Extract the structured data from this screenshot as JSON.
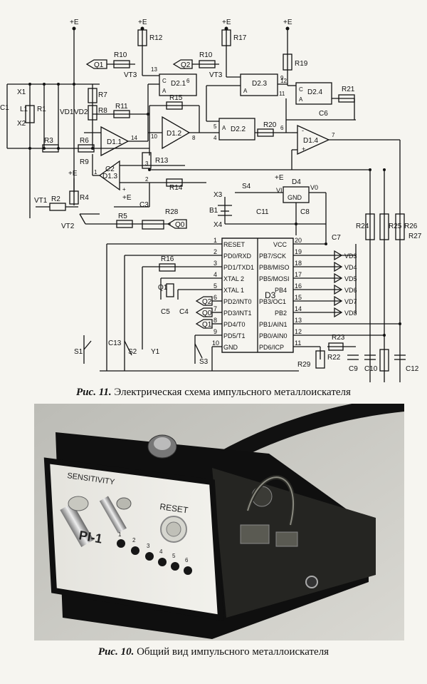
{
  "figure11": {
    "caption_prefix": "Рис. 11.",
    "caption_text": " Электрическая схема импульсного металлоискателя"
  },
  "figure10": {
    "caption_prefix": "Рис. 10.",
    "caption_text": " Общий вид импульсного металлоискателя",
    "panel_labels": {
      "sensitivity": "SENSITIVITY",
      "reset": "RESET",
      "model": "PI-1",
      "led_numbers": [
        "1",
        "2",
        "3",
        "4",
        "5",
        "6"
      ]
    }
  },
  "schematic": {
    "supply": "+E",
    "mcu": "D3",
    "mcu_left_pins": [
      {
        "n": "1",
        "name": "RESET"
      },
      {
        "n": "2",
        "name": "PD0/RXD"
      },
      {
        "n": "3",
        "name": "PD1/TXD1"
      },
      {
        "n": "4",
        "name": "XTAL 2"
      },
      {
        "n": "5",
        "name": "XTAL 1"
      },
      {
        "n": "6",
        "name": "PD2/INT0"
      },
      {
        "n": "7",
        "name": "PD3/INT1"
      },
      {
        "n": "8",
        "name": "PD4/T0"
      },
      {
        "n": "9",
        "name": "PD5/T1"
      },
      {
        "n": "10",
        "name": "GND"
      }
    ],
    "mcu_right_pins": [
      {
        "n": "20",
        "name": "VCC"
      },
      {
        "n": "19",
        "name": "PB7/SCK"
      },
      {
        "n": "18",
        "name": "PB8/MISO"
      },
      {
        "n": "17",
        "name": "PB5/MOSI"
      },
      {
        "n": "16",
        "name": "PB4"
      },
      {
        "n": "15",
        "name": "PB3/OC1"
      },
      {
        "n": "14",
        "name": "PB2"
      },
      {
        "n": "13",
        "name": "PB1/AIN1"
      },
      {
        "n": "12",
        "name": "PB0/AIN0"
      },
      {
        "n": "11",
        "name": "PD6/ICP"
      }
    ],
    "leds": [
      "VD3",
      "VD4",
      "VD5",
      "VD6",
      "VD7",
      "VD8"
    ],
    "signals": [
      "Q1",
      "Q2",
      "Q0",
      "Q2",
      "Q0",
      "Q1"
    ],
    "labels": {
      "x1": "X1",
      "x2": "X2",
      "l1": "L1",
      "r1": "R1",
      "vd1": "VD1",
      "vd2": "VD2",
      "r3": "R3",
      "r6": "R6",
      "r7": "R7",
      "r8": "R8",
      "r9": "R9",
      "r10a": "R10",
      "r10b": "R10",
      "r11": "R11",
      "r12": "R12",
      "r13": "R13",
      "r14": "R14",
      "r15": "R15",
      "r16": "R16",
      "r17": "R17",
      "r19": "R19",
      "r20": "R20",
      "r21": "R21",
      "r22": "R22",
      "r23": "R23",
      "r24": "R24",
      "r25": "R25",
      "r26": "R26",
      "r27": "R27",
      "r28": "R28",
      "r29": "R29",
      "r2": "R2",
      "r4": "R4",
      "r5": "R5",
      "vt1": "VT1",
      "vt2": "VT2",
      "vt3a": "VT3",
      "vt3b": "VT3",
      "d11": "D1.1",
      "d12": "D1.2",
      "d13": "D1.3",
      "d14": "D1.4",
      "d21": "D2.1",
      "d22": "D2.2",
      "d23": "D2.3",
      "d24": "D2.4",
      "d4": "D4",
      "c2": "C2",
      "c3": "C3",
      "c4": "C4",
      "c5": "C5",
      "c6": "C6",
      "c7": "C7",
      "c8": "C8",
      "c9": "C9",
      "c10": "C10",
      "c11": "C11",
      "c12": "C12",
      "c13": "C13",
      "c1": "C1",
      "q1": "Q1",
      "s1": "S1",
      "s2": "S2",
      "s3": "S3",
      "s4": "S4",
      "y1": "Y1",
      "b1": "B1",
      "x3": "X3",
      "x4": "X4",
      "vi": "VI",
      "vo": "V0",
      "gnd": "GND",
      "pin_a": "A",
      "pin_c": "C",
      "pin_2": "2",
      "pin_6": "6",
      "pin_9": "9",
      "pin_8": "8",
      "pin_12": "12",
      "pin_11": "11",
      "pin_13": "13",
      "pin_1": "1",
      "pin_14": "14",
      "pin_10": "10",
      "pin_5": "5",
      "pin_4": "4",
      "pin_3": "3",
      "pin_7": "7",
      "plus": "+",
      "plus_e": "+E",
      "minus": "-"
    }
  }
}
